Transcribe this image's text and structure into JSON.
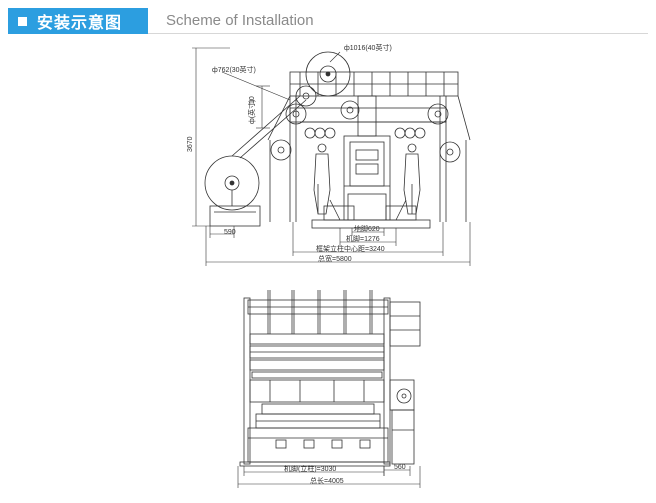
{
  "header": {
    "title_zh": "安装示意图",
    "title_en": "Scheme of Installation"
  },
  "top_diagram": {
    "labels": {
      "d_large": "ф1016(40英寸)",
      "d_mid": "ф762(30英寸)",
      "d_small": "ф(英寸)",
      "d_small_prefix": "10",
      "height": "3670",
      "w590": "590",
      "w620": "地脚620",
      "w1276": "机脚=1276",
      "w3240": "框架立柱中心距=3240",
      "w5800": "总宽=5800"
    }
  },
  "bottom_diagram": {
    "labels": {
      "w3030": "机脚(立柱)=3030",
      "w560": "560",
      "w4005": "总长=4005"
    }
  }
}
